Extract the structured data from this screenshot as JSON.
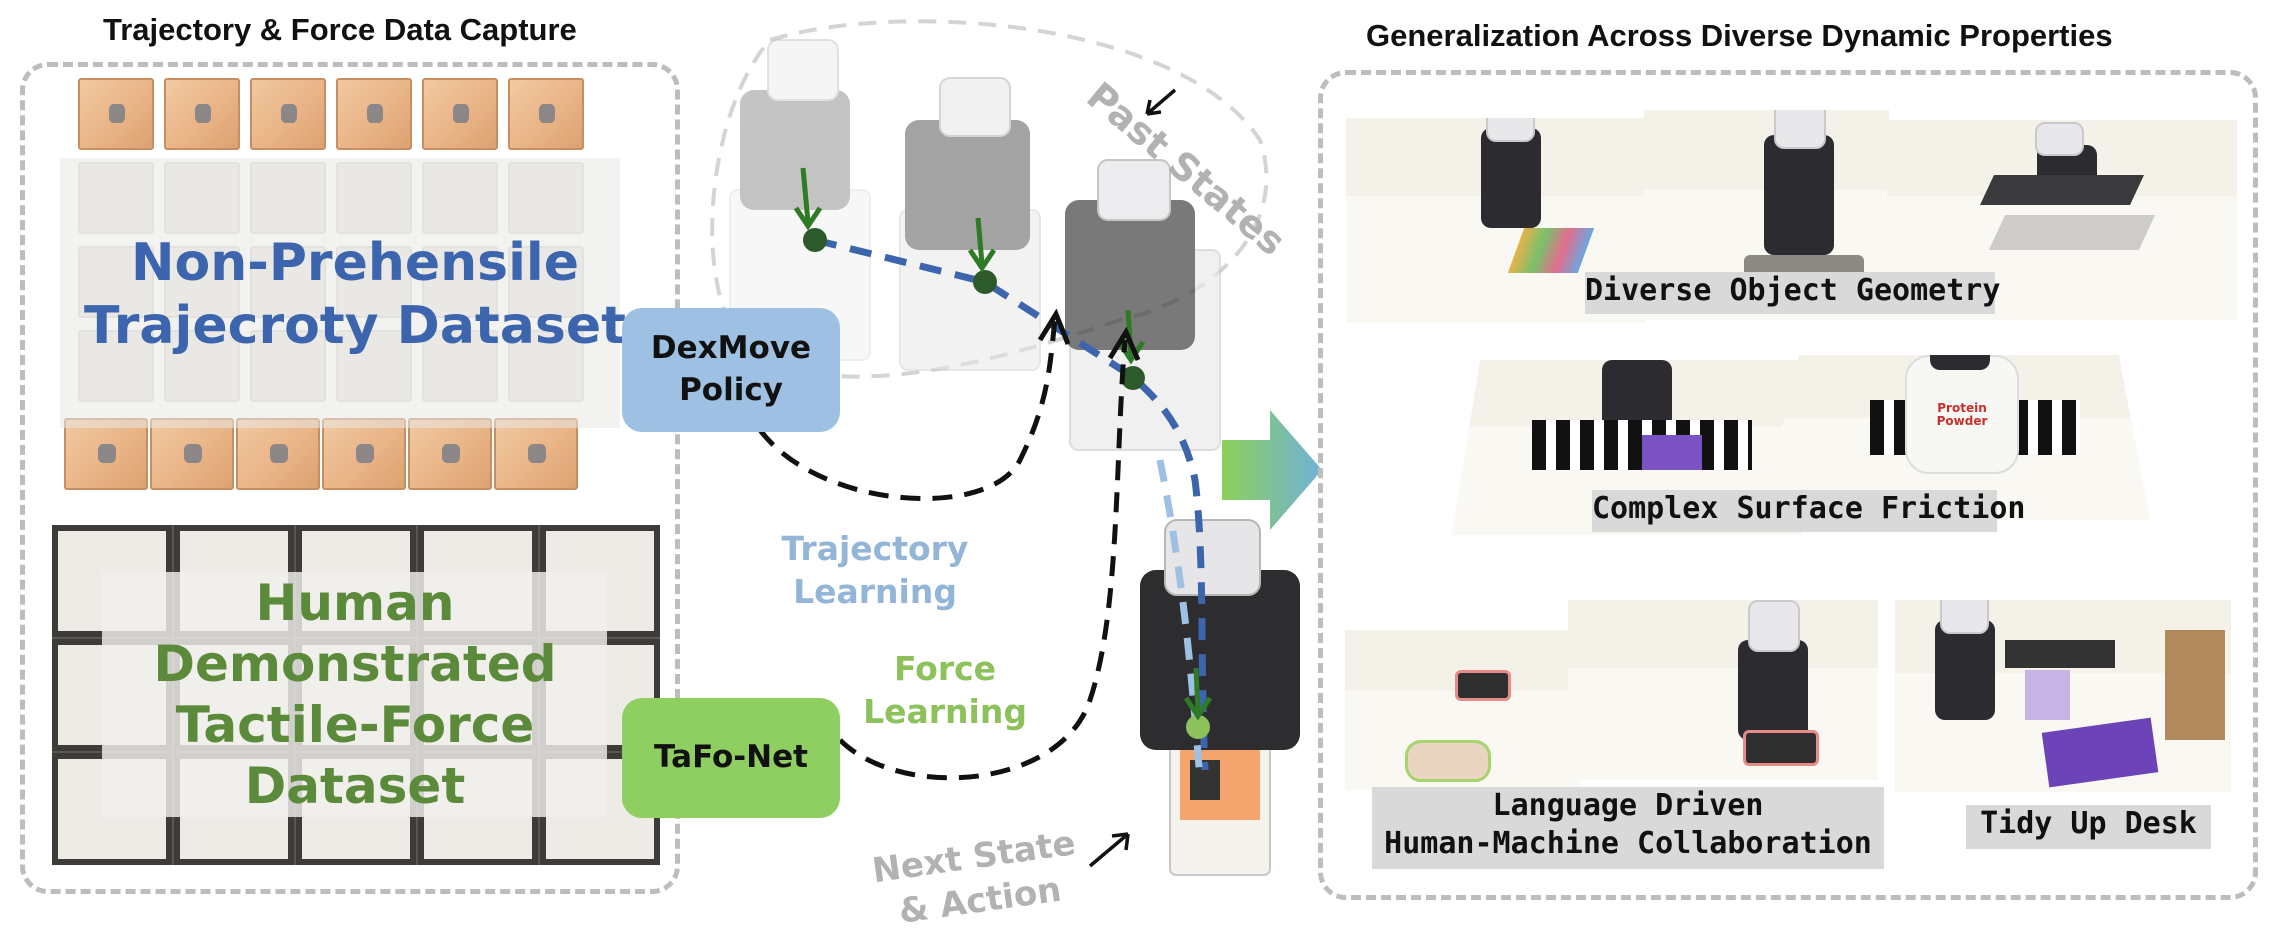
{
  "left_panel": {
    "heading": "Trajectory & Force Data Capture",
    "trajectory_dataset": {
      "line1": "Non-Prehensile",
      "line2": "Trajecroty Dataset"
    },
    "force_dataset": {
      "line1": "Human",
      "line2": "Demonstrated",
      "line3": "Tactile-Force",
      "line4": "Dataset"
    }
  },
  "middle": {
    "dexmove_box": {
      "line1": "DexMove",
      "line2": "Policy"
    },
    "tafonet_box": {
      "label": "TaFo-Net"
    },
    "trajectory_learning": {
      "line1": "Trajectory",
      "line2": "Learning"
    },
    "force_learning": {
      "line1": "Force",
      "line2": "Learning"
    },
    "past_states": "Past States",
    "next_state": {
      "line1": "Next State",
      "line2": "& Action"
    },
    "bottle_label": "Protein Powder"
  },
  "right_panel": {
    "heading": "Generalization Across Diverse Dynamic Properties",
    "captions": {
      "geometry": "Diverse Object Geometry",
      "friction": "Complex Surface Friction",
      "language_line1": "Language Driven",
      "language_line2": "Human-Machine Collaboration",
      "tidy": "Tidy Up Desk"
    }
  },
  "colors": {
    "trajectory_blue": "#3c65ad",
    "force_green": "#5a8a3a",
    "dexmove_fill": "#9ec1e3",
    "tafonet_fill": "#8fce61",
    "trajectory_label": "#93b5d8",
    "force_label": "#8cc15c",
    "gray_label": "#b2b2b2"
  }
}
